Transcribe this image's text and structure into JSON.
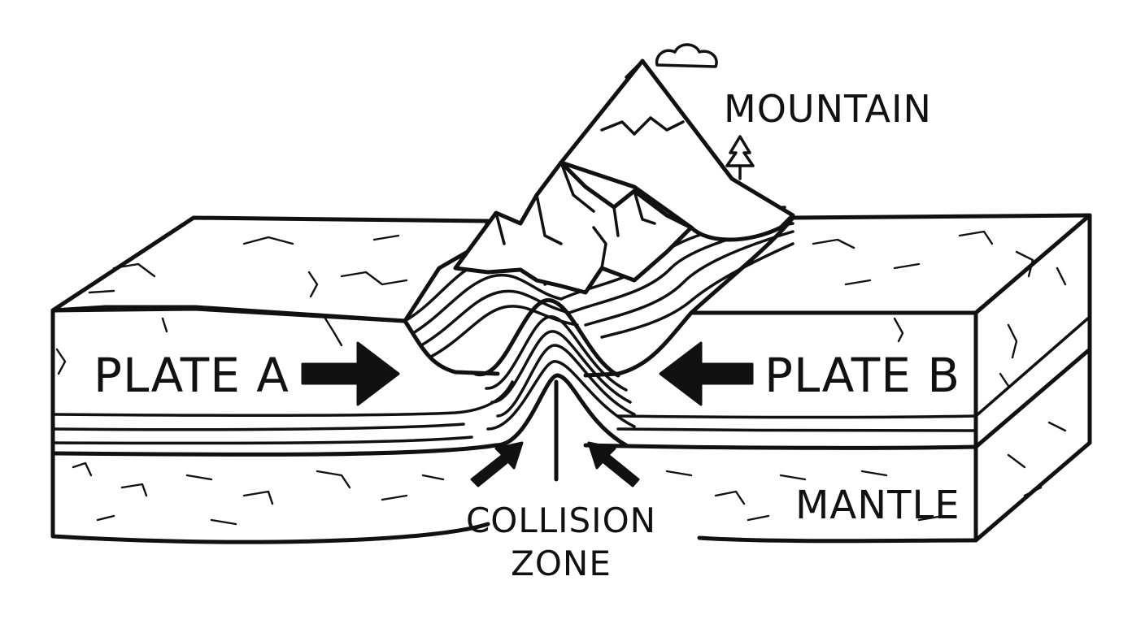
{
  "labels": {
    "mountain": "MOUNTAIN",
    "plate_a": "PLATE A",
    "plate_b": "PLATE B",
    "mantle": "MANTLE",
    "collision_line1": "COLLISION",
    "collision_line2": "ZONE"
  },
  "colors": {
    "ink": "#111111",
    "paper": "#ffffff"
  }
}
